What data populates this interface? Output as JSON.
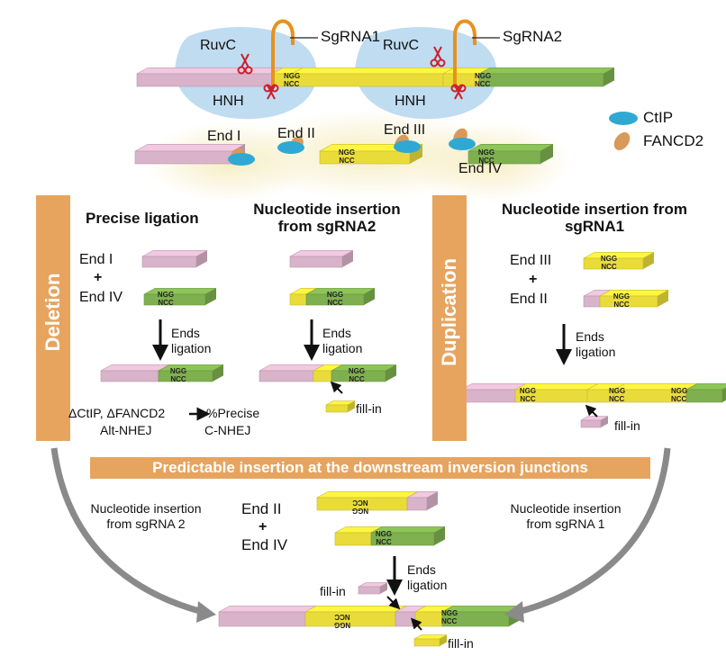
{
  "top": {
    "ruvc": "RuvC",
    "hnh": "HNH",
    "sgrna1": "SgRNA1",
    "sgrna2": "SgRNA2",
    "ngg": "NGG",
    "ncc": "NCC"
  },
  "ends": {
    "end_i": "End I",
    "end_ii": "End II",
    "end_iii": "End III",
    "end_iv": "End IV"
  },
  "legend": {
    "ctip": "CtIP",
    "fancd2": "FANCD2"
  },
  "deletion": {
    "bar_label": "Deletion",
    "precise_title": "Precise ligation",
    "insertion_title_line1": "Nucleotide insertion",
    "insertion_title_line2": "from sgRNA2",
    "end_i": "End I",
    "plus": "+",
    "end_iv": "End IV",
    "ends": "Ends",
    "ligation": "ligation",
    "ends_b": "Ends",
    "ligation_b": "ligation",
    "fill_in": "fill-in",
    "mutants": "ΔCtIP, ΔFANCD2",
    "percent_precise": "%Precise",
    "alt_nhej": "Alt-NHEJ",
    "c_nhej": "C-NHEJ"
  },
  "duplication": {
    "bar_label": "Duplication",
    "title_line1": "Nucleotide insertion from",
    "title_line2": "sgRNA1",
    "end_iii": "End III",
    "plus": "+",
    "end_ii": "End II",
    "ends": "Ends",
    "ligation": "ligation",
    "fill_in": "fill-in"
  },
  "inversion": {
    "banner": "Predictable insertion at the downstream inversion junctions",
    "left_note_line1": "Nucleotide insertion",
    "left_note_line2": "from sgRNA 2",
    "right_note_line1": "Nucleotide insertion",
    "right_note_line2": "from sgRNA 1",
    "end_ii": "End II",
    "plus": "+",
    "end_iv": "End IV",
    "ends": "Ends",
    "ligation": "ligation",
    "fill_in_left": "fill-in",
    "fill_in_right": "fill-in"
  },
  "colors": {
    "pink": "#d9b3c9",
    "yellow": "#e9dc3a",
    "green": "#7fb04f",
    "cas9_blue": "#b8d8ef",
    "ctip": "#2fa9d4",
    "fancd2": "#d9995a",
    "orange_bar": "#e6a45f",
    "scissors": "#cc1f2a",
    "sgrna": "#e8921c",
    "arrow_gray": "#8a8a8a"
  }
}
